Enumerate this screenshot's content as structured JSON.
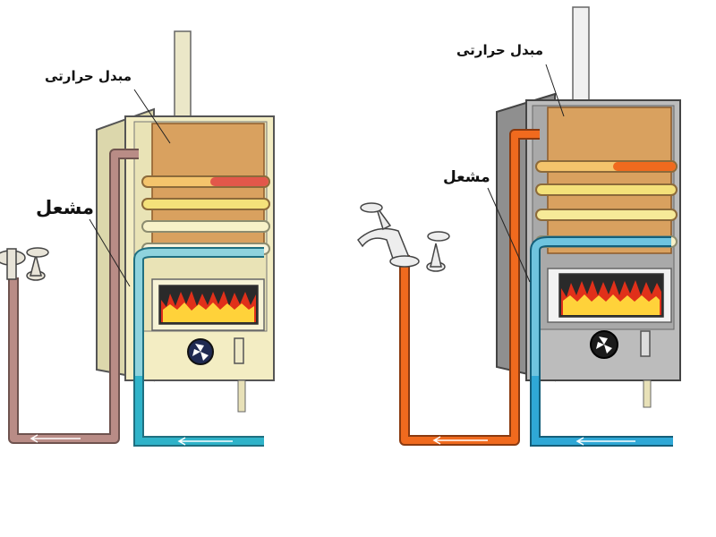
{
  "left_heater": {
    "heat_exchanger_label": "مبدل حرارتی",
    "burner_label": "مشعل"
  },
  "right_heater": {
    "heat_exchanger_label": "مبدل حرارتی",
    "burner_label": "مشعل"
  },
  "colors": {
    "cold_water": "#2fb3c9",
    "hot_water_left": "#b98c86",
    "hot_water_right": "#f06a1e",
    "exchanger_body": "#d9a15f",
    "coil_yellow": "#f4e17a",
    "coil_pale": "#f7f1c8",
    "casing_left": "#f3edc3",
    "casing_right": "#bcbcbc",
    "flame_red": "#e0301a",
    "flame_yellow": "#ffd23a"
  }
}
